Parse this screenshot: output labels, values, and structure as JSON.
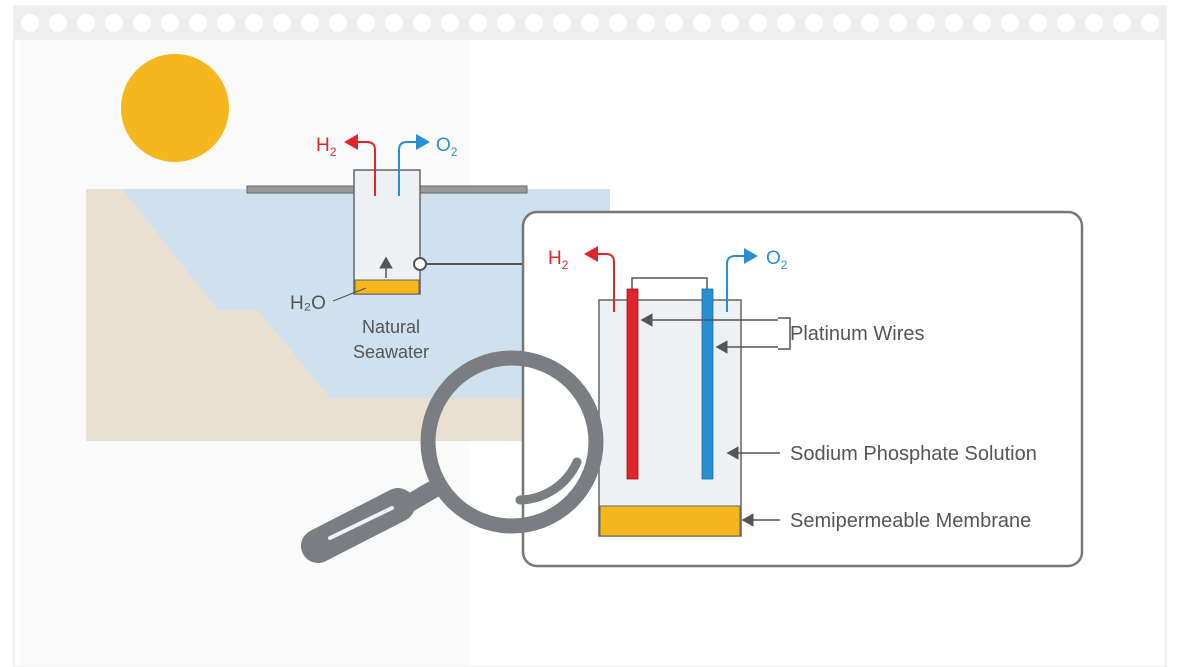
{
  "scene": {
    "sun_color": "#F5B71C",
    "sea_color": "#CFE0EF",
    "sand_color": "#EAE0D2",
    "outline_color": "#666666",
    "hydrogen_color": "#E0252C",
    "oxygen_color": "#2A8FD0"
  },
  "small_cell": {
    "h2_symbol": "H",
    "h2_subscript": "2",
    "o2_symbol": "O",
    "o2_subscript": "2",
    "h2o_label": "H₂O",
    "seawater_line1": "Natural",
    "seawater_line2": "Seawater"
  },
  "detail_cell": {
    "h2_symbol": "H",
    "h2_subscript": "2",
    "o2_symbol": "O",
    "o2_subscript": "2",
    "wires_label": "Platinum Wires",
    "solution_label": "Sodium Phosphate Solution",
    "membrane_label": "Semipermeable Membrane"
  },
  "icons": [
    "sun-icon",
    "magnifying-glass-icon"
  ]
}
